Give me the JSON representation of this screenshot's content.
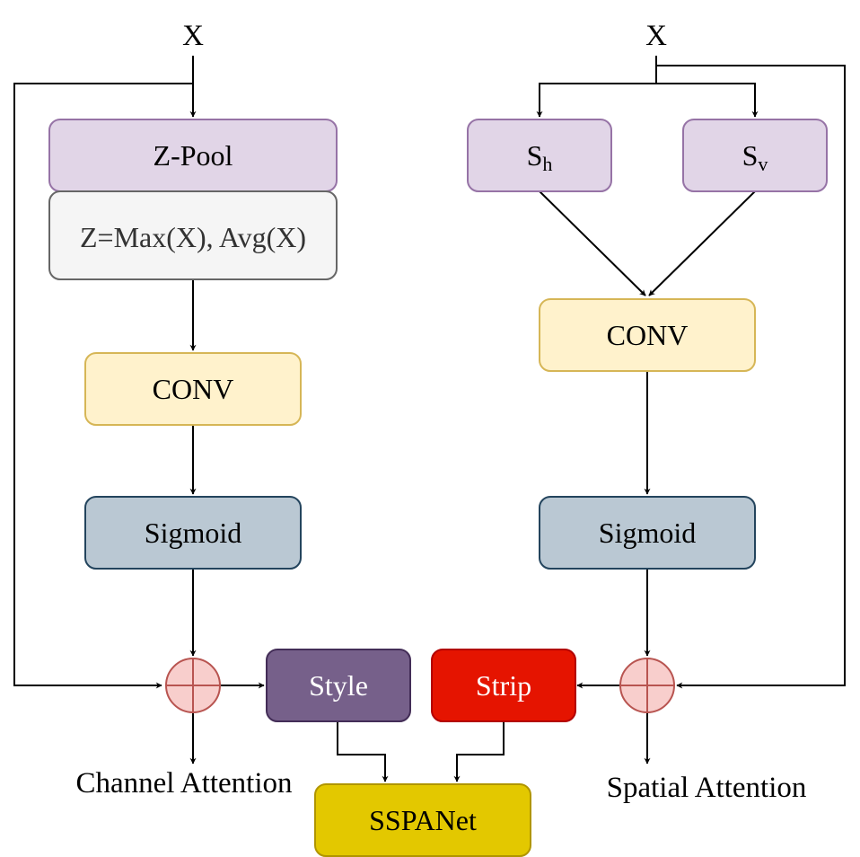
{
  "inputs": {
    "left": "X",
    "right": "X"
  },
  "channel_branch": {
    "zpool": "Z-Pool",
    "zformula": "Z=Max(X), Avg(X)",
    "conv": "CONV",
    "sigmoid": "Sigmoid",
    "caption": "Channel Attention"
  },
  "spatial_branch": {
    "sh_base": "S",
    "sh_sub": "h",
    "sv_base": "S",
    "sv_sub": "v",
    "conv": "CONV",
    "sigmoid": "Sigmoid",
    "caption": "Spatial Attention"
  },
  "merge": {
    "style": "Style",
    "strip": "Strip",
    "output": "SSPANet"
  },
  "colors": {
    "lavender_fill": "#e1d5e7",
    "lavender_stroke": "#9673a6",
    "grey_fill": "#f5f5f5",
    "grey_stroke": "#666666",
    "yellow_fill": "#fff2cc",
    "yellow_stroke": "#d6b656",
    "blue_fill": "#bac8d3",
    "blue_stroke": "#23445d",
    "plus_fill": "#f8cecc",
    "plus_stroke": "#b85450",
    "style_fill": "#76608a",
    "style_stroke": "#432d57",
    "strip_fill": "#e51400",
    "strip_stroke": "#b20000",
    "output_fill": "#e3c800",
    "output_stroke": "#b09500"
  }
}
